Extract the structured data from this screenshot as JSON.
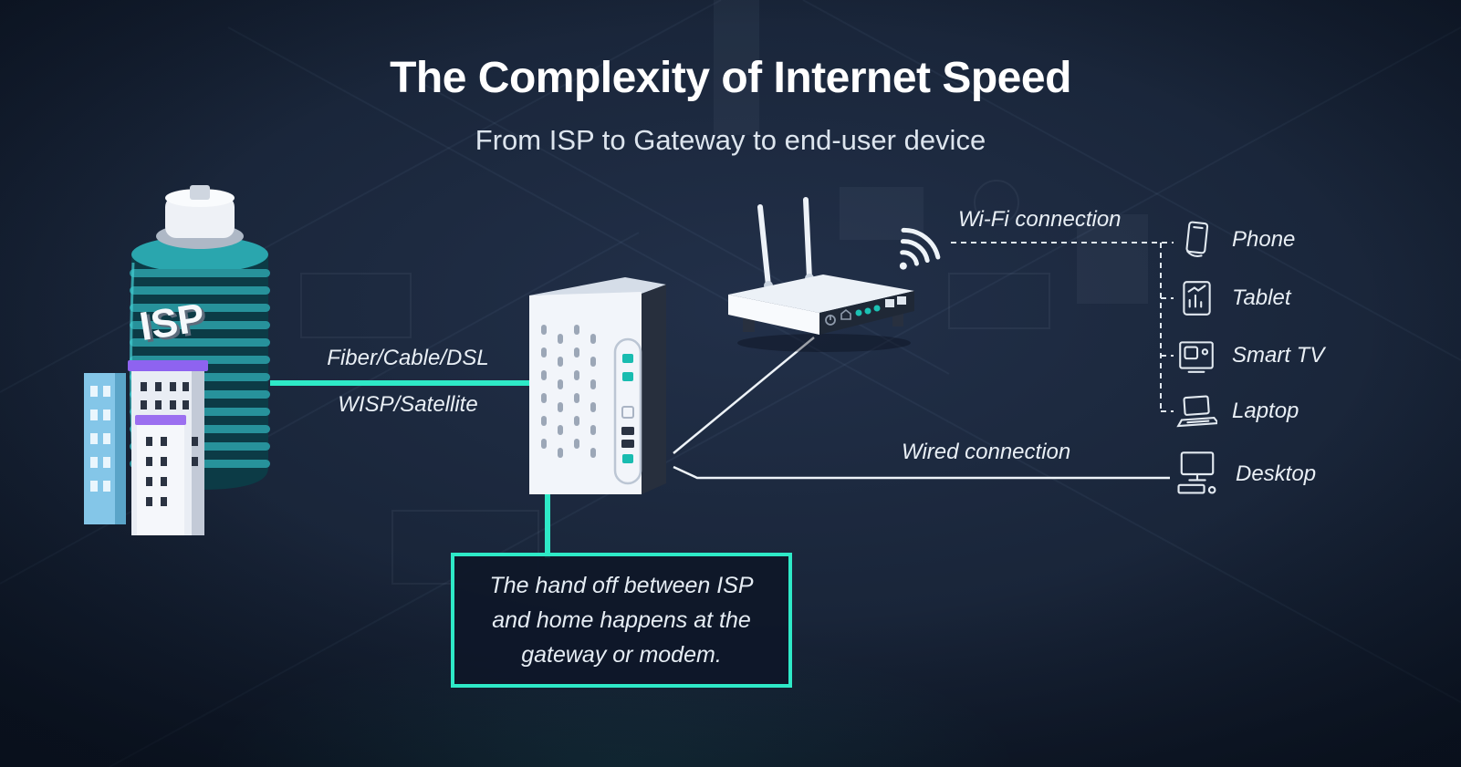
{
  "header": {
    "title": "The Complexity of Internet Speed",
    "subtitle": "From ISP to Gateway to end-user device"
  },
  "isp": {
    "label": "ISP"
  },
  "links": {
    "isp_modem_top": "Fiber/Cable/DSL",
    "isp_modem_bottom": "WISP/Satellite",
    "wifi": "Wi-Fi connection",
    "wired": "Wired connection"
  },
  "callout": {
    "lines": [
      "The hand off between ISP",
      "and home happens at the",
      "gateway or modem."
    ]
  },
  "devices": [
    {
      "id": "phone",
      "label": "Phone"
    },
    {
      "id": "tablet",
      "label": "Tablet"
    },
    {
      "id": "smart-tv",
      "label": "Smart TV"
    },
    {
      "id": "laptop",
      "label": "Laptop"
    },
    {
      "id": "desktop",
      "label": "Desktop"
    }
  ],
  "colors": {
    "accent_teal": "#2ee9c7",
    "background_navy": "#131e31",
    "text_white": "#ffffff"
  }
}
